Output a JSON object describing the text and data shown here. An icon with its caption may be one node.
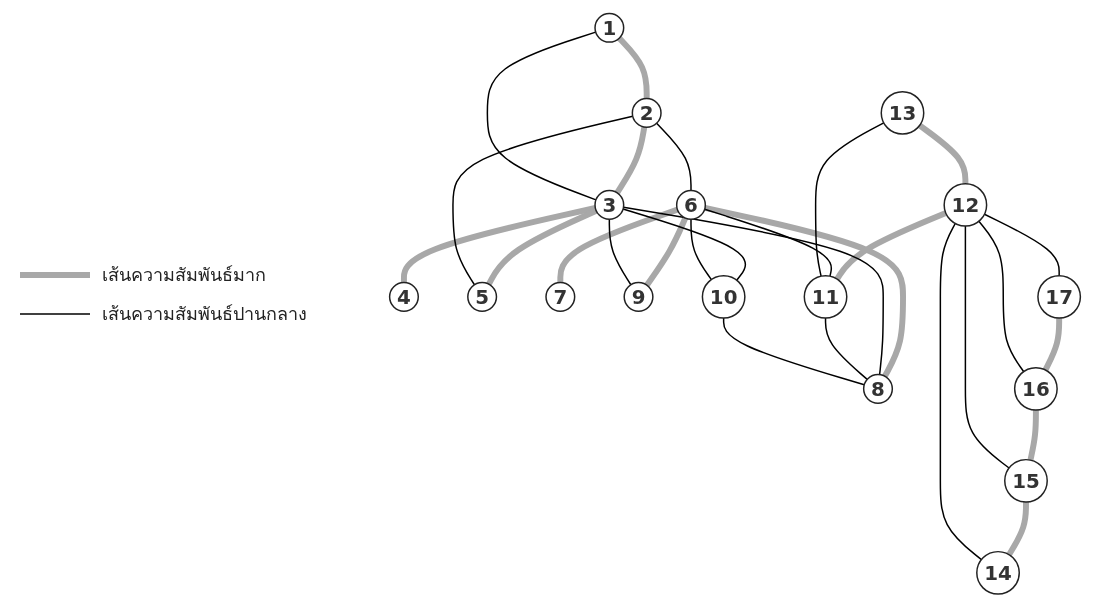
{
  "diagram": {
    "nodes": [
      {
        "text": [
          "1"
        ]
      },
      {
        "text": [
          "2"
        ]
      },
      {
        "text": [
          "3"
        ]
      },
      {
        "text": [
          "4"
        ]
      },
      {
        "text": [
          "5"
        ]
      },
      {
        "text": [
          "6"
        ]
      },
      {
        "text": [
          "7"
        ]
      },
      {
        "text": [
          "8"
        ]
      },
      {
        "text": [
          "9"
        ]
      },
      {
        "text": [
          "10"
        ]
      },
      {
        "text": [
          "11"
        ]
      },
      {
        "text": [
          "12"
        ]
      },
      {
        "text": [
          "13"
        ]
      },
      {
        "text": [
          "14"
        ]
      },
      {
        "text": [
          "15"
        ]
      },
      {
        "text": [
          "16"
        ]
      },
      {
        "text": [
          "17"
        ]
      }
    ],
    "edges": [
      {
        "from": 0,
        "to": 1,
        "arrow": "none",
        "style": "thick",
        "color": "#a8a8a8"
      },
      {
        "from": 1,
        "to": 2,
        "arrow": "none",
        "style": "thick",
        "color": "#a8a8a8"
      },
      {
        "from": 2,
        "to": 3,
        "arrow": "none",
        "style": "thick",
        "color": "#a8a8a8"
      },
      {
        "from": 2,
        "to": 4,
        "arrow": "none",
        "style": "thick",
        "color": "#a8a8a8"
      },
      {
        "from": 5,
        "to": 6,
        "arrow": "none",
        "style": "thick",
        "color": "#a8a8a8"
      },
      {
        "from": 5,
        "to": 7,
        "arrow": "none",
        "style": "thick",
        "color": "#a8a8a8"
      },
      {
        "from": 5,
        "to": 8,
        "arrow": "none",
        "style": "thick",
        "color": "#a8a8a8"
      },
      {
        "from": 16,
        "to": 15,
        "arrow": "none",
        "style": "thick",
        "color": "#a8a8a8"
      },
      {
        "from": 15,
        "to": 14,
        "arrow": "none",
        "style": "thick",
        "color": "#a8a8a8"
      },
      {
        "from": 14,
        "to": 13,
        "arrow": "none",
        "style": "thick",
        "color": "#a8a8a8"
      },
      {
        "from": 12,
        "to": 11,
        "arrow": "none",
        "style": "thick",
        "color": "#a8a8a8"
      },
      {
        "from": 11,
        "to": 10,
        "arrow": "none",
        "style": "thick",
        "color": "#a8a8a8"
      },
      {
        "from": 0,
        "to": 2,
        "arrow": "none"
      },
      {
        "from": 1,
        "to": 4,
        "arrow": "none"
      },
      {
        "from": 1,
        "to": 5,
        "arrow": "none"
      },
      {
        "from": 2,
        "to": 7,
        "arrow": "none"
      },
      {
        "from": 2,
        "to": 8,
        "arrow": "none"
      },
      {
        "from": 2,
        "to": 9,
        "arrow": "none"
      },
      {
        "from": 5,
        "to": 9,
        "arrow": "none"
      },
      {
        "from": 5,
        "to": 10,
        "arrow": "none"
      },
      {
        "from": 10,
        "to": 7,
        "arrow": "none"
      },
      {
        "from": 9,
        "to": 7,
        "arrow": "none"
      },
      {
        "from": 11,
        "to": 16,
        "arrow": "none"
      },
      {
        "from": 11,
        "to": 15,
        "arrow": "none"
      },
      {
        "from": 11,
        "to": 14,
        "arrow": "none"
      },
      {
        "from": 11,
        "to": 13,
        "arrow": "none"
      },
      {
        "from": 12,
        "to": 10,
        "arrow": "none"
      }
    ],
    "legend": [
      {
        "text": "เส้นความสัมพันธ์มาก"
      },
      {
        "text": "เส้นความสัมพันธ์ปานกลาง"
      }
    ]
  }
}
